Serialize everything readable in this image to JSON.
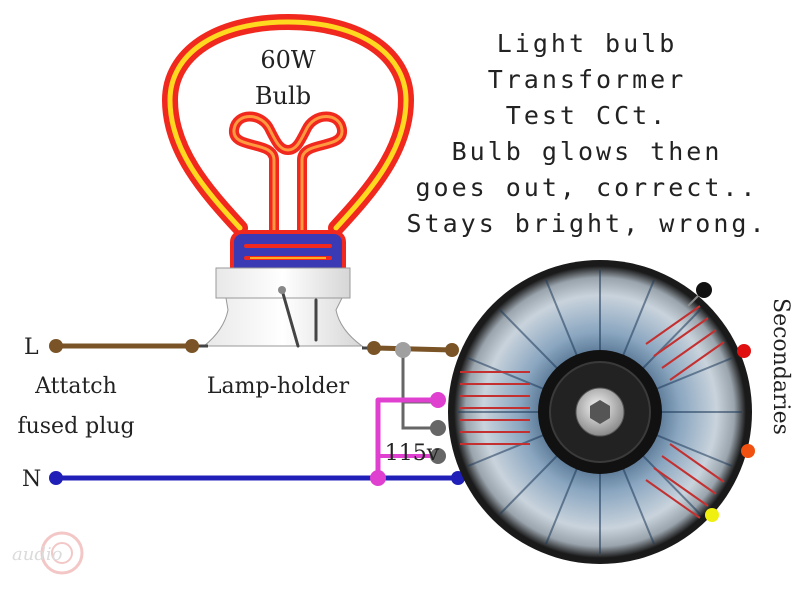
{
  "title_lines": [
    "Light bulb",
    "Transformer",
    "Test CCt.",
    "Bulb glows then",
    "goes out, correct..",
    "Stays bright, wrong."
  ],
  "bulb": {
    "wattage": "60W",
    "label": "Bulb"
  },
  "labels": {
    "live": "L",
    "neutral": "N",
    "plug_line1": "Attatch",
    "plug_line2": "fused plug",
    "lamp_holder": "Lamp-holder",
    "voltage": "115v",
    "secondaries": "Secondaries",
    "watermark": "audio"
  },
  "colors": {
    "live_wire": "#7a5426",
    "neutral_wire": "#2020b8",
    "tap_wire": "#e040d0",
    "bulb_outer": "#f0281e",
    "bulb_inner": "#ffd820",
    "bulb_base": "#3a3ab4",
    "secondary_leads": [
      "#111111",
      "#e01010",
      "#f05010",
      "#f0f010"
    ]
  }
}
